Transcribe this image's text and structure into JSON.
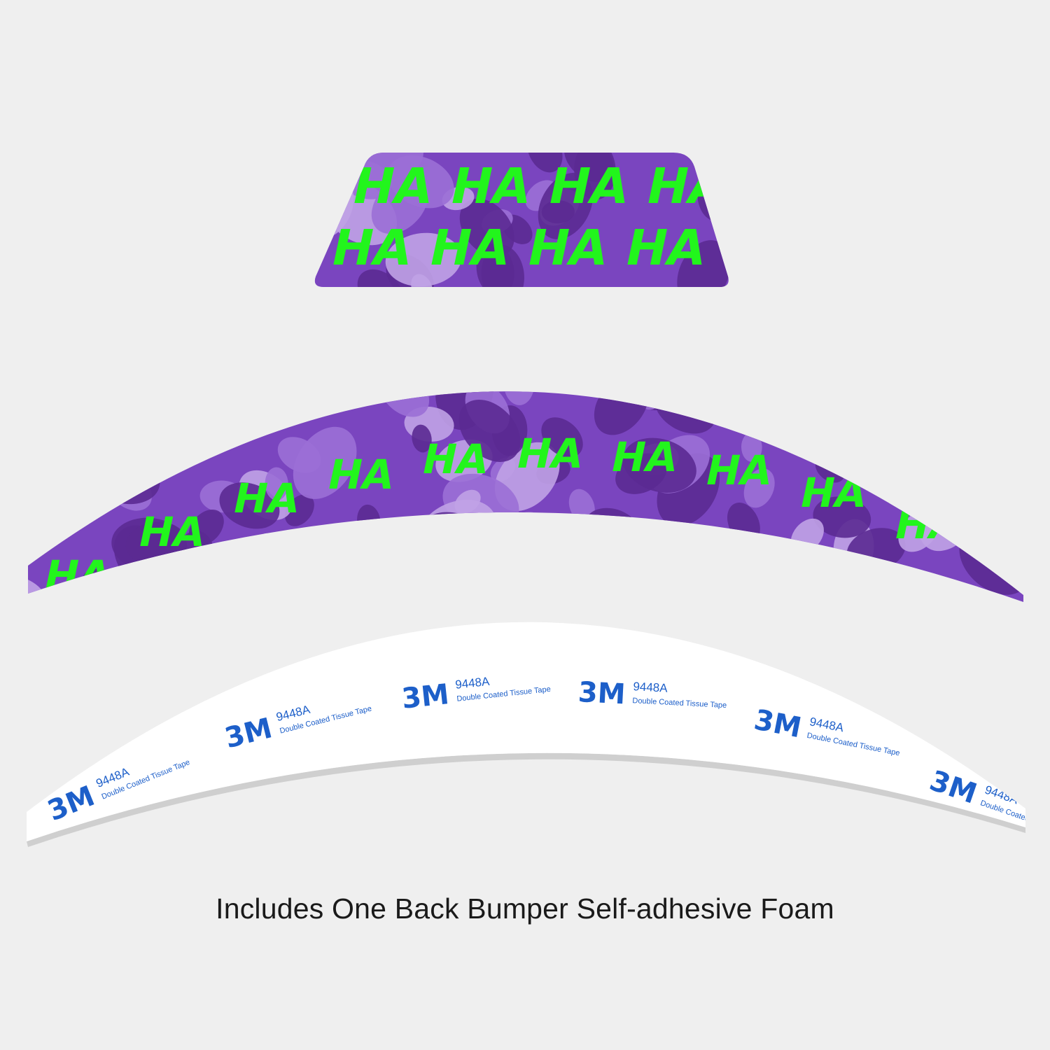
{
  "caption": "Includes One Back Bumper Self-adhesive Foam",
  "sticker_pattern": {
    "text": "HA",
    "colors": {
      "green": "#22f51c",
      "purple_dark": "#5b2a92",
      "purple_mid": "#7a45bf",
      "purple_light": "#9b6fd6",
      "purple_pale": "#c0a2e6"
    }
  },
  "tape_label": {
    "brand": "3M",
    "model": "9448A",
    "description": "Double Coated Tissue Tape",
    "color": "#1d5fc9"
  },
  "colors": {
    "background": "#efefef",
    "tape": "#ffffff"
  }
}
